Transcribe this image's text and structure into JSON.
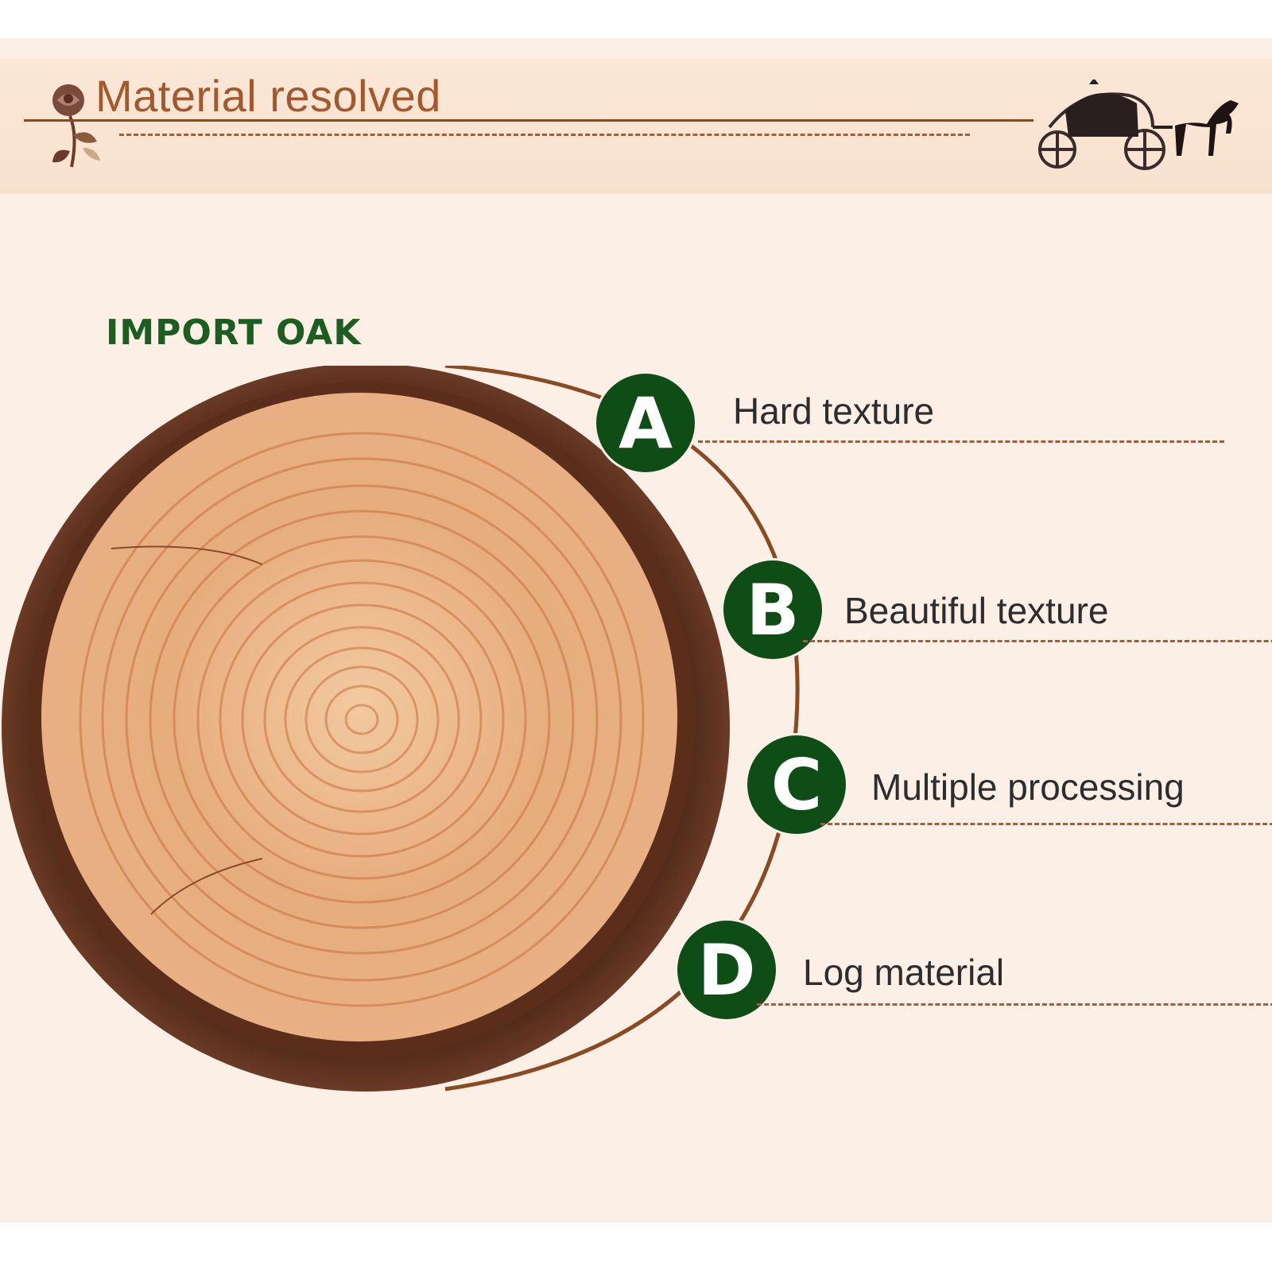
{
  "header": {
    "title": "Material resolved"
  },
  "section": {
    "subtitle": "IMPORT OAK"
  },
  "features": [
    {
      "letter": "A",
      "label": "Hard texture"
    },
    {
      "letter": "B",
      "label": "Beautiful texture"
    },
    {
      "letter": "C",
      "label": "Multiple processing"
    },
    {
      "letter": "D",
      "label": "Log material"
    }
  ],
  "colors": {
    "title": "#a3582e",
    "subtitle": "#1b5e20",
    "badge": "#0f4d16",
    "background": "#fcefe6",
    "wood": "#e2a06d"
  },
  "icons": [
    "rose-icon",
    "carriage-icon",
    "wood-log-illustration"
  ]
}
